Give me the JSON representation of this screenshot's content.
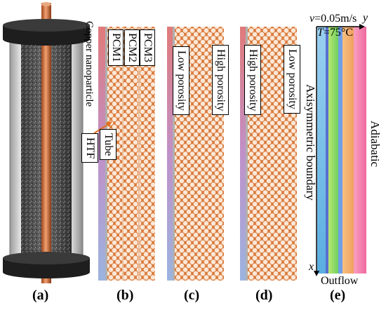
{
  "panels": {
    "a": "(a)",
    "b": "(b)",
    "c": "(c)",
    "d": "(d)",
    "e": "(e)"
  },
  "panel_b": {
    "copper": "Copper nanoparticle",
    "pcm1": "PCM1",
    "pcm2": "PCM2",
    "pcm3": "PCM3",
    "tube": "Tube",
    "htf": "HTF"
  },
  "panel_c": {
    "inner": "Low porosity",
    "outer": "High porosity"
  },
  "panel_d": {
    "inner": "High porosity",
    "outer": "Low porosity"
  },
  "panel_e": {
    "velocity": "v=0.05m/s",
    "temperature": "T=75°C",
    "y_axis": "y",
    "x_axis": "x",
    "axisymmetric": "Axisymmetric boundary",
    "adiabatic": "Adiabatic",
    "outflow": "Outflow"
  },
  "colors": {
    "copper": "#d9793a",
    "htf_top": "#e07a7a",
    "htf_bottom": "#9bb4e0",
    "strip_blue": "#5aaee0",
    "strip_green": "#70d060",
    "strip_orange": "#f0a060",
    "strip_pink": "#f06aa0"
  }
}
